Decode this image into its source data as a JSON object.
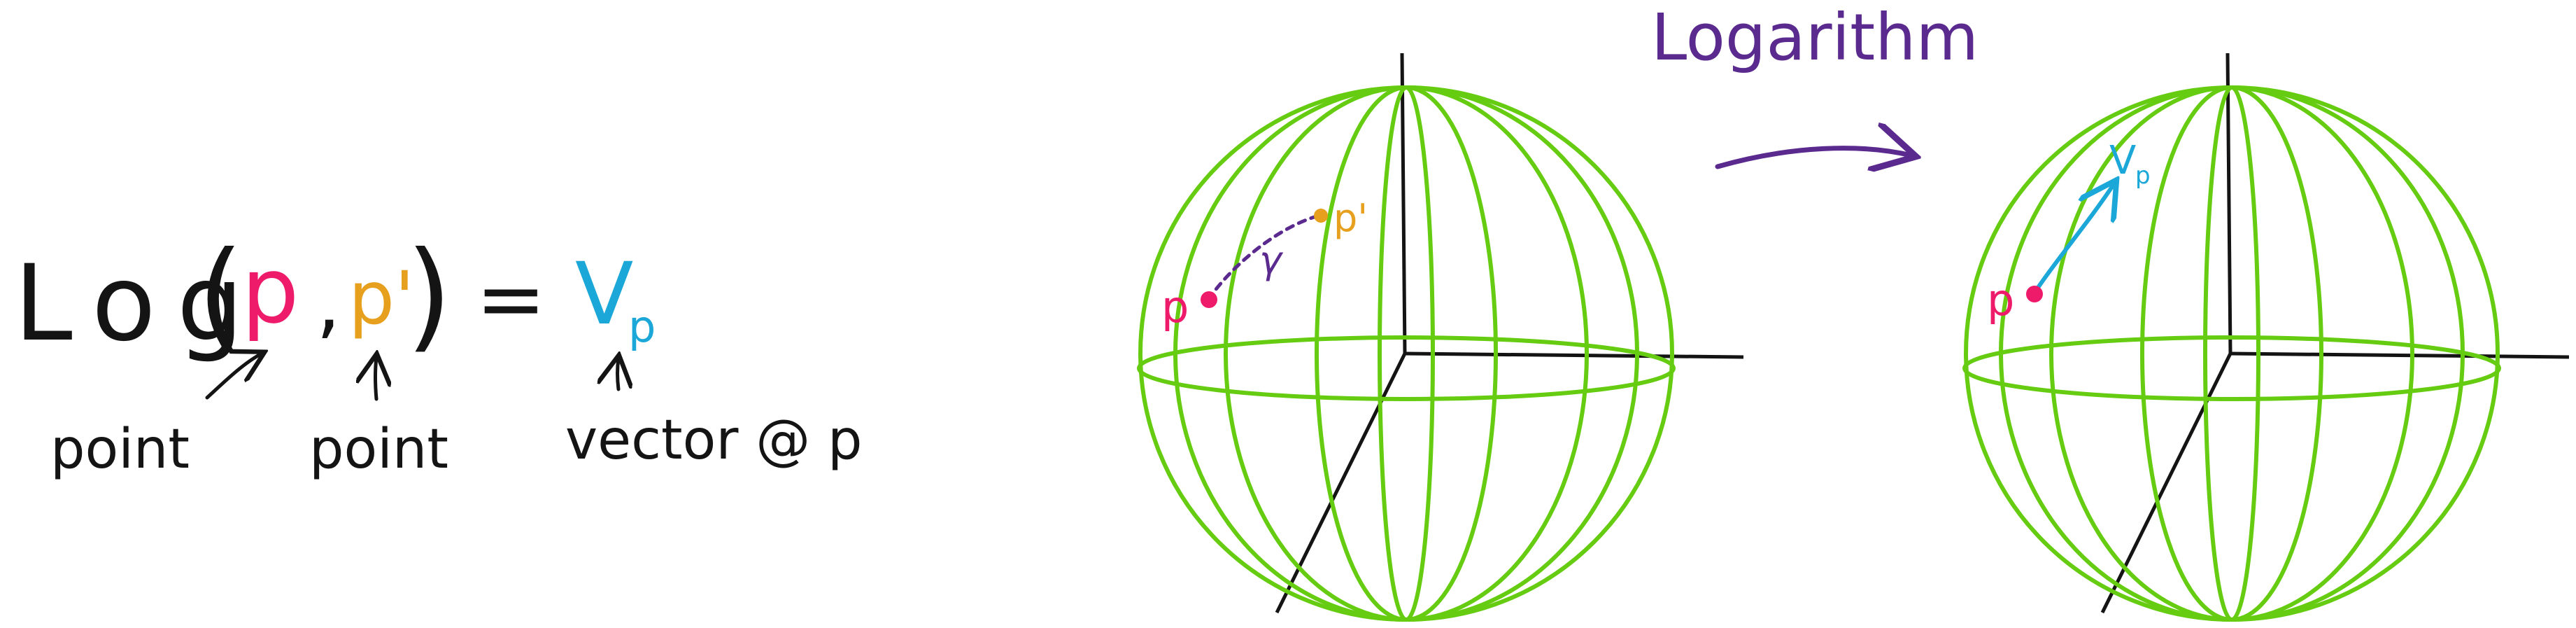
{
  "colors": {
    "background": "#ffffff",
    "ink": "#141414",
    "sphere": "#66cc11",
    "point_p": "#ee1a6a",
    "point_p_prime": "#e6a01e",
    "vector": "#1ba7d8",
    "logarithm": "#5b2a8e"
  },
  "equation": {
    "log_label": "Log",
    "open_paren": "(",
    "arg_p": "p",
    "comma": ",",
    "arg_p_prime": "p'",
    "close_paren": ")",
    "equals": "=",
    "result_v": "V",
    "result_subscript": "p"
  },
  "annotations": {
    "first_arg": "point",
    "second_arg": "point",
    "result": "vector @ p"
  },
  "left_sphere": {
    "point_label": "p",
    "target_label": "p'",
    "curve_label": "γ"
  },
  "transition": {
    "label": "Logarithm",
    "arrow_icon": "curved-arrow-right-icon"
  },
  "right_sphere": {
    "point_label": "p",
    "vector_label": "V",
    "vector_subscript": "p"
  }
}
